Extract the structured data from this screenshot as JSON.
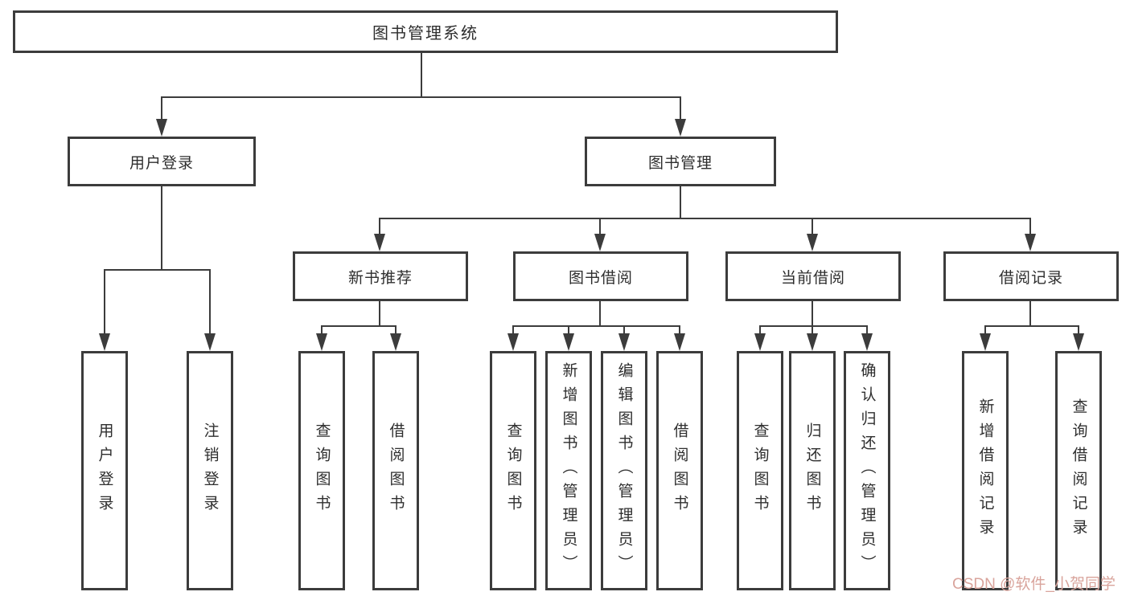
{
  "diagram_title": "图书管理系统",
  "tree": {
    "root": {
      "label": "图书管理系统",
      "children": [
        {
          "label": "用户登录",
          "children": [
            "用户登录",
            "注销登录"
          ]
        },
        {
          "label": "图书管理",
          "children": [
            {
              "label": "新书推荐",
              "children": [
                "查询图书",
                "借阅图书"
              ]
            },
            {
              "label": "图书借阅",
              "children": [
                "查询图书",
                "新增图书（管理员）",
                "编辑图书（管理员）",
                "借阅图书"
              ]
            },
            {
              "label": "当前借阅",
              "children": [
                "查询图书",
                "归还图书",
                "确认归还（管理员）"
              ]
            },
            {
              "label": "借阅记录",
              "children": [
                "新增借阅记录",
                "查询借阅记录"
              ]
            }
          ]
        }
      ]
    }
  },
  "watermark": {
    "text": "CSDN @软件_小贺同学",
    "color": "#d9a49c"
  },
  "colors": {
    "line": "#3c3c3c",
    "background": "#ffffff",
    "text": "#2e2e2e"
  }
}
